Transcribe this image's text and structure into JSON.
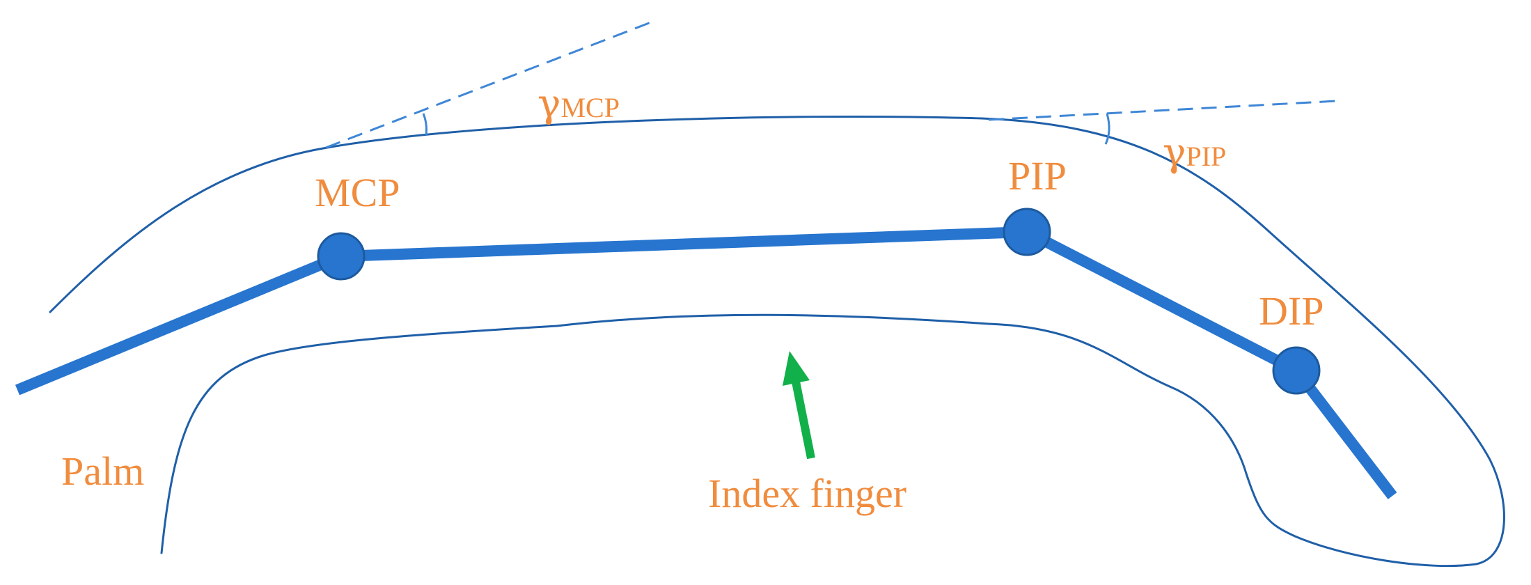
{
  "labels": {
    "mcp": "MCP",
    "pip": "PIP",
    "dip": "DIP",
    "palm": "Palm",
    "index_finger": "Index finger"
  },
  "angles": {
    "mcp": {
      "symbol": "γ",
      "subscript": "MCP"
    },
    "pip": {
      "symbol": "γ",
      "subscript": "PIP"
    }
  },
  "colors": {
    "outline": "#1f5fa8",
    "bone": "#2775cf",
    "label": "#f08c3e",
    "arrow": "#12b04a",
    "dashed_line": "#3e86d6"
  }
}
